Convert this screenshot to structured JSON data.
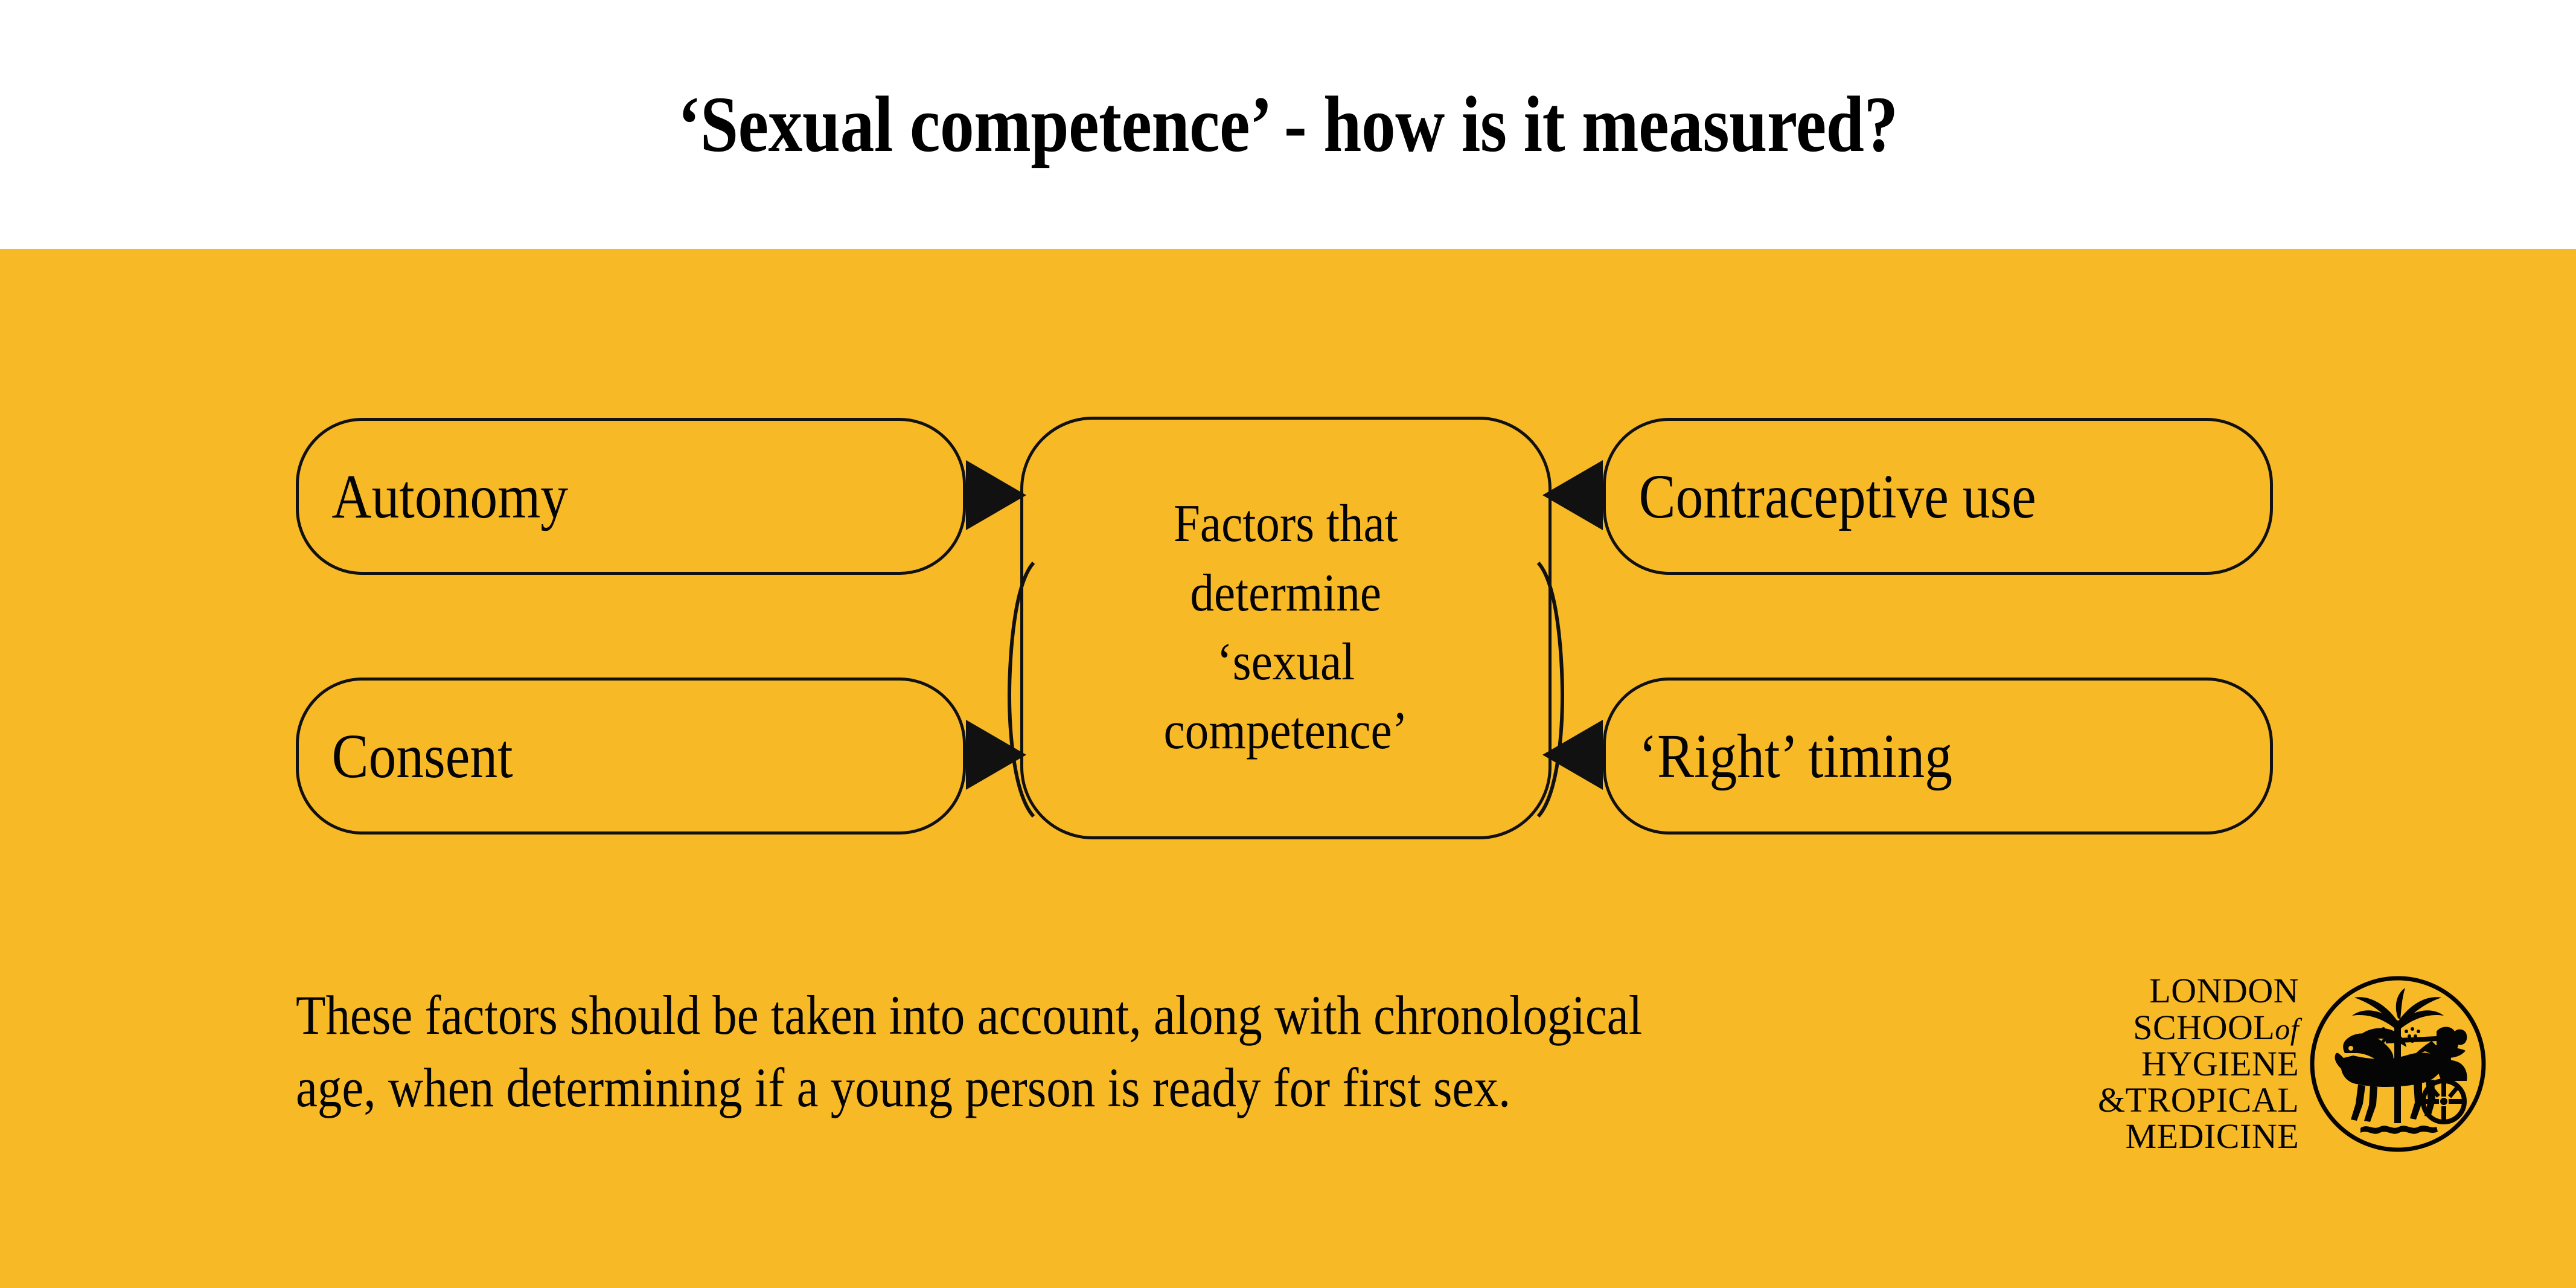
{
  "slide": {
    "title": "‘Sexual competence’ - how is it measured?",
    "background_white": "#FFFFFF",
    "background_yellow": "#F8B927",
    "ink": "#050505"
  },
  "diagram": {
    "type": "converging-flow",
    "centre": {
      "name": "factors-centre",
      "lines": [
        "Factors that",
        "determine",
        "‘sexual",
        "competence’"
      ],
      "text": "Factors that determine ‘sexual competence’"
    },
    "nodes": [
      {
        "id": "autonomy",
        "label": "Autonomy",
        "side": "left",
        "row": "top",
        "arrow": "right"
      },
      {
        "id": "consent",
        "label": "Consent",
        "side": "left",
        "row": "bottom",
        "arrow": "right"
      },
      {
        "id": "contraceptive",
        "label": "Contraceptive use",
        "side": "right",
        "row": "top",
        "arrow": "left"
      },
      {
        "id": "timing",
        "label": "‘Right’ timing",
        "side": "right",
        "row": "bottom",
        "arrow": "left"
      }
    ]
  },
  "caption": {
    "lines": [
      "These factors should be taken into account, along with chronological",
      "age, when determining if a young person is ready for first sex."
    ],
    "text": "These factors should be taken into account, along with chronological age, when determining if a young person is ready for first sex."
  },
  "logo": {
    "name": "lshtm-logo",
    "lines": [
      "LONDON",
      "SCHOOL of",
      "HYGIENE",
      "&TROPICAL",
      "MEDICINE"
    ],
    "line1": "LONDON",
    "line2a": "SCHOOL",
    "line2b": "of",
    "line3": "HYGIENE",
    "line4": "&TROPICAL",
    "line5": "MEDICINE",
    "crest": "chariot-horse-palm-crest-icon"
  }
}
